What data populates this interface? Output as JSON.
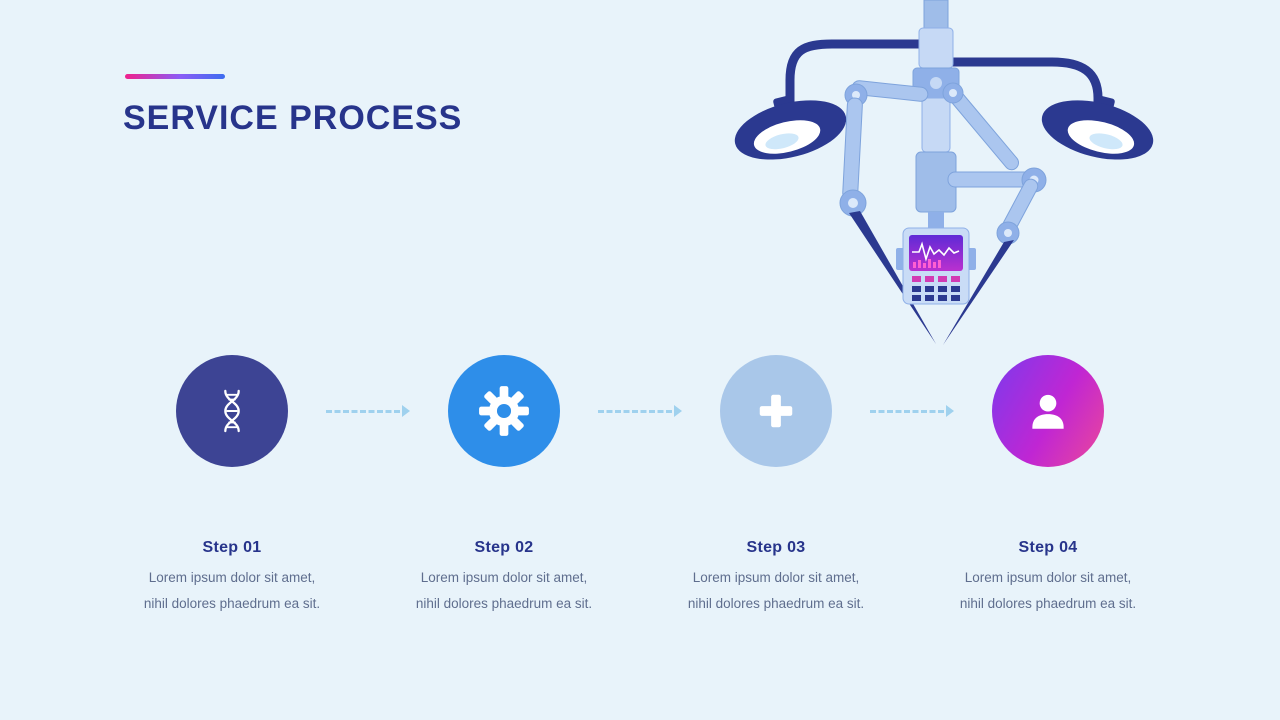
{
  "slide": {
    "title": "SERVICE PROCESS",
    "background": "#e8f3fa",
    "title_color": "#27348b",
    "accent_gradient": [
      "#f0218c",
      "#8b5cf6",
      "#3d6cf0"
    ]
  },
  "illustration": {
    "name": "surgical-robot-with-lamps",
    "colors": {
      "dark_navy": "#2b3990",
      "light_blue": "#c6d9f5",
      "mid_blue": "#8fb0e8",
      "screen_purple": "#5f2ad6",
      "screen_magenta": "#bb30cf",
      "button_pink": "#d23bb4"
    }
  },
  "steps": [
    {
      "label": "Step 01",
      "line1": "Lorem ipsum dolor sit amet,",
      "line2": "nihil dolores phaedrum ea sit.",
      "icon": "dna-icon",
      "circle_color": "#3d4494"
    },
    {
      "label": "Step 02",
      "line1": "Lorem ipsum dolor sit amet,",
      "line2": "nihil dolores phaedrum ea sit.",
      "icon": "gear-icon",
      "circle_color": "#2e8ee9"
    },
    {
      "label": "Step 03",
      "line1": "Lorem ipsum dolor sit amet,",
      "line2": "nihil dolores phaedrum ea sit.",
      "icon": "plus-icon",
      "circle_color": "#a9c7e9"
    },
    {
      "label": "Step 04",
      "line1": "Lorem ipsum dolor sit amet,",
      "line2": "nihil dolores phaedrum ea sit.",
      "icon": "user-icon",
      "circle_gradient": [
        "#7c3aed",
        "#ec4899"
      ]
    }
  ],
  "arrows": {
    "style": "dashed",
    "color": "#9fd1ee",
    "count": 3
  }
}
